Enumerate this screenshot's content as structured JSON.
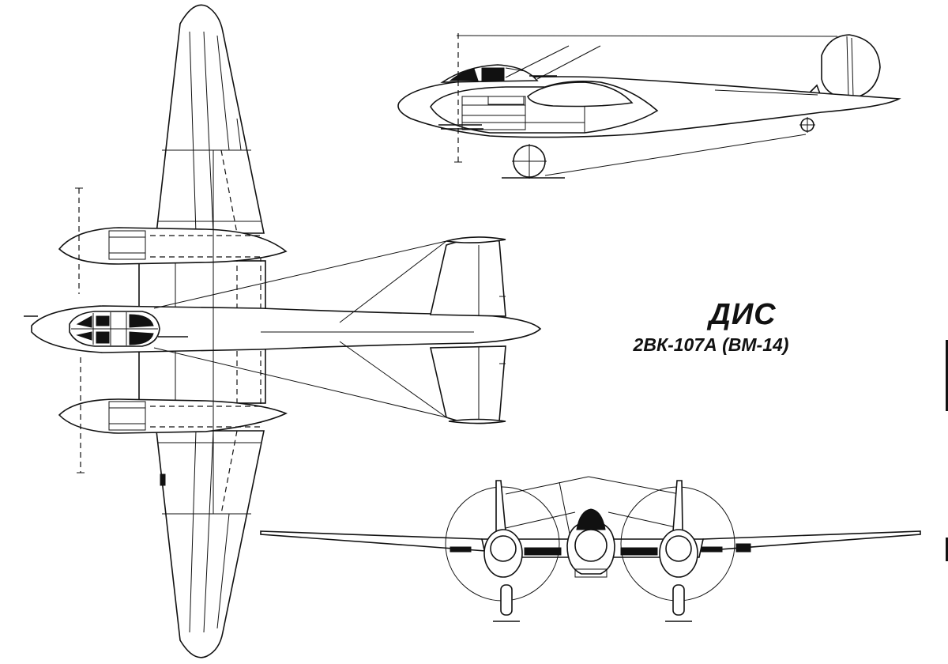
{
  "title": "ДИС",
  "subtitle": "2ВК-107А (ВМ-14)",
  "colors": {
    "ink": "#111111",
    "paper": "#ffffff"
  },
  "views": [
    "side-view",
    "top-view",
    "front-view"
  ]
}
